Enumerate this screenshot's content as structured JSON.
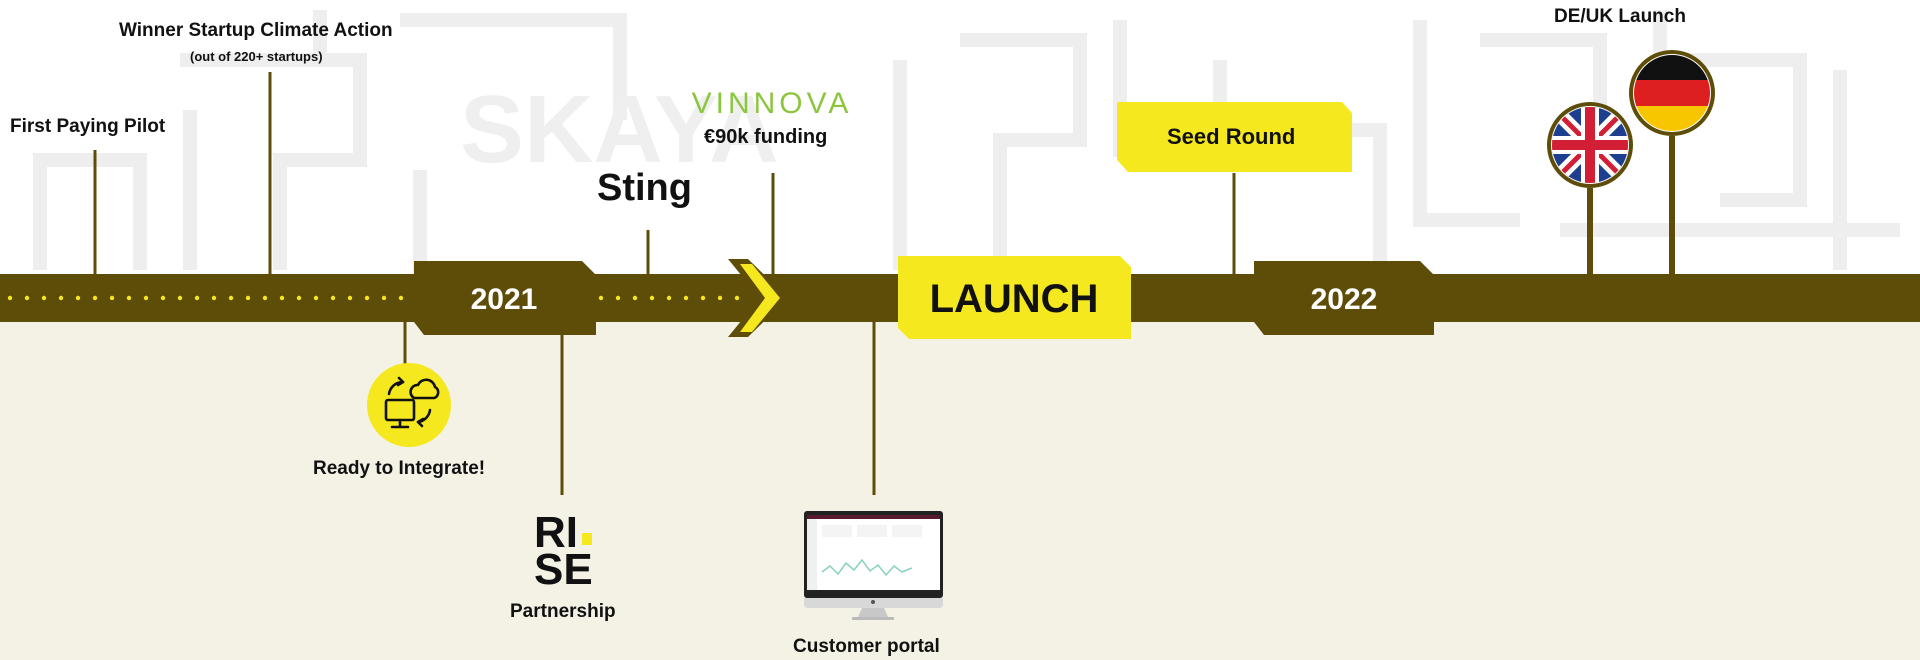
{
  "colors": {
    "bar": "#5e4d08",
    "accent_yellow": "#f5e81e",
    "vinnova_green": "#8cc63f",
    "background_bottom": "#f4f2e5",
    "background_top": "#ffffff",
    "watermark": "#eeeeee"
  },
  "timeline": {
    "years": [
      "2021",
      "2022"
    ],
    "launch_label": "LAUNCH",
    "watermark_text": "SKAYA"
  },
  "milestones": {
    "first_pilot": "First Paying Pilot",
    "climate_action_title": "Winner Startup Climate Action",
    "climate_action_sub": "(out of 220+ startups)",
    "sting": "Sting",
    "vinnova_logo": "VINNOVA",
    "vinnova_funding": "€90k funding",
    "seed_round": "Seed Round",
    "de_uk_launch": "DE/UK Launch",
    "ready_integrate": "Ready to Integrate!",
    "rise_logo_line1": "RI",
    "rise_logo_line2": "SE",
    "partnership": "Partnership",
    "customer_portal": "Customer portal"
  },
  "icons": {
    "integrate": "monitor-cloud-sync-icon",
    "uk_flag": "uk-flag-icon",
    "de_flag": "germany-flag-icon",
    "portal": "imac-dashboard-icon",
    "chevron": "chevron-right-icon"
  }
}
